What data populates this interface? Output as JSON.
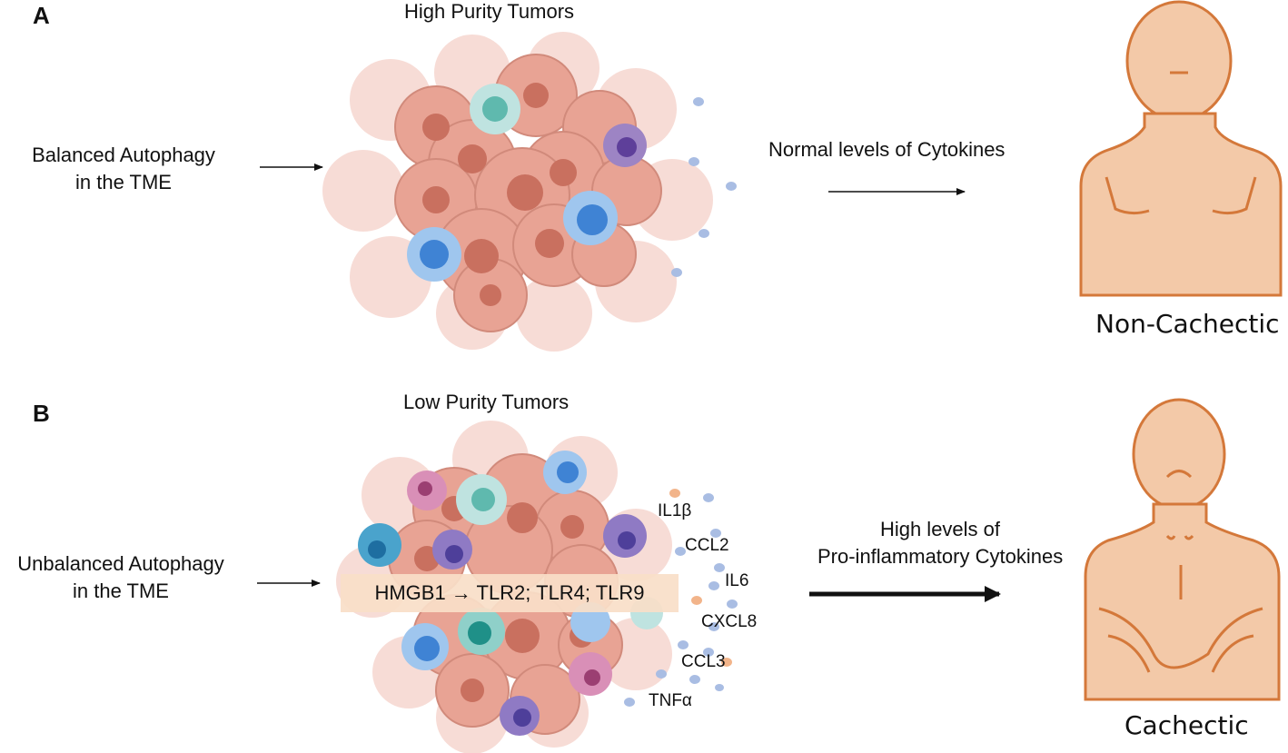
{
  "panel_a": {
    "letter": "A",
    "title": "High Purity Tumors",
    "left_text_line1": "Balanced Autophagy",
    "left_text_line2": "in the TME",
    "right_text": "Normal levels of Cytokines",
    "person_label": "Non-Cachectic"
  },
  "panel_b": {
    "letter": "B",
    "title": "Low Purity Tumors",
    "left_text_line1": "Unbalanced Autophagy",
    "left_text_line2": "in the TME",
    "pathway": "HMGB1 → TLR2; TLR4; TLR9",
    "right_text_line1": "High levels of",
    "right_text_line2": "Pro-inflammatory Cytokines",
    "cytokines": [
      "IL1β",
      "CCL2",
      "IL6",
      "CXCL8",
      "CCL3",
      "TNFα"
    ],
    "person_label": "Cachectic"
  },
  "colors": {
    "tumor_cell": "#e8a394",
    "tumor_nucleus": "#c9705f",
    "tumor_cell_faint": "#f6d6cf",
    "body_skin": "#f3c9a8",
    "body_outline": "#d4783a",
    "cytokine_blue": "#a9bde3",
    "cytokine_orange": "#f2b48a"
  }
}
